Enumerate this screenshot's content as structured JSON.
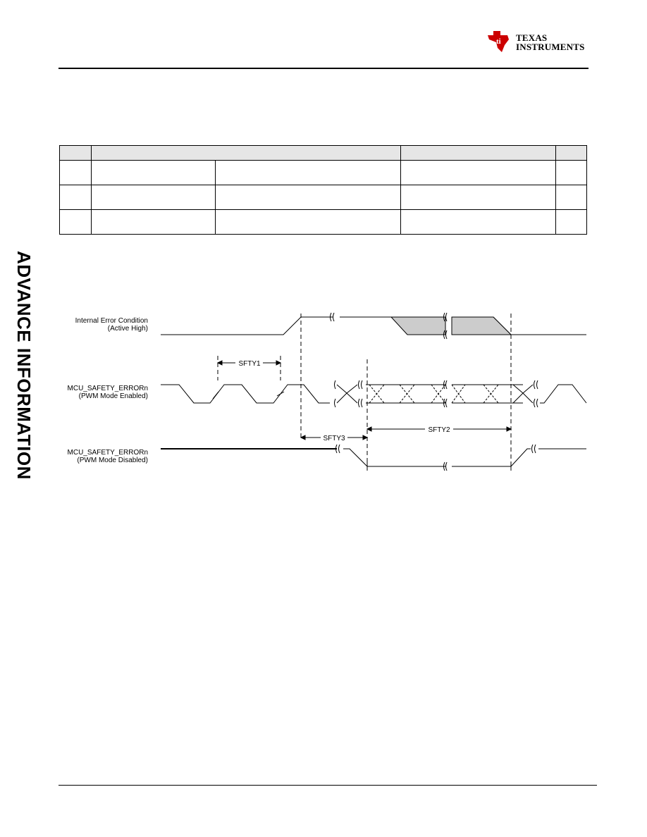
{
  "header": {
    "logo_line1": "TEXAS",
    "logo_line2": "INSTRUMENTS",
    "brand_color": "#cc0000"
  },
  "side_banner": {
    "text": "ADVANCE INFORMATION"
  },
  "table": {
    "header_fill": "#e6e6e6",
    "rows": 3
  },
  "diagram": {
    "signals": [
      {
        "label1": "Internal Error Condition",
        "label2": "(Active High)"
      },
      {
        "label1": "MCU_SAFETY_ERRORn",
        "label2": "(PWM Mode Enabled)"
      },
      {
        "label1": "MCU_SAFETY_ERRORn",
        "label2": "(PWM Mode Disabled)"
      }
    ],
    "timing_labels": {
      "sfty1": "SFTY1",
      "sfty2": "SFTY2",
      "sfty3": "SFTY3"
    },
    "shade_color": "#cccccc"
  }
}
